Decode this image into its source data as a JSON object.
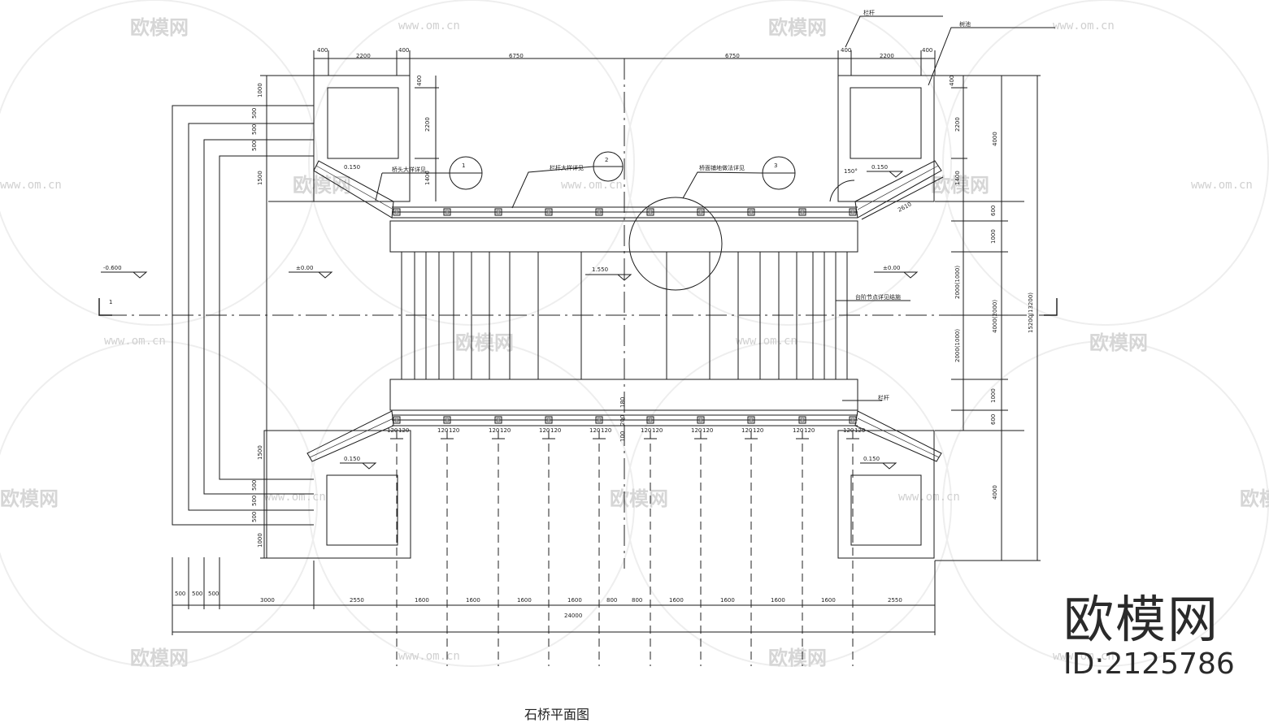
{
  "drawing": {
    "caption": "石桥平面图",
    "watermark_logo": "欧模网",
    "watermark_url": "www.om.cn",
    "watermark_id": "ID:2125786"
  },
  "top_dims": [
    "400",
    "2200",
    "400",
    "6750",
    "6750",
    "400",
    "2200",
    "400"
  ],
  "bottom_dims": [
    "500",
    "500",
    "500",
    "3000",
    "2550",
    "1600",
    "1600",
    "1600",
    "1600",
    "800",
    "800",
    "1600",
    "1600",
    "1600",
    "1600",
    "2550"
  ],
  "bottom_total": "24000",
  "left_dims": [
    "1000",
    "500",
    "500",
    "500",
    "1500",
    "1500",
    "500",
    "500",
    "500",
    "1000"
  ],
  "left_inner_dims": [
    "400",
    "2200",
    "1400"
  ],
  "right_dims": [
    "400",
    "2200",
    "1400",
    "600",
    "1000",
    "2000(1000)",
    "2000(1000)",
    "1000",
    "600"
  ],
  "right_sub_dims": [
    "4000",
    "4000(2000)",
    "4000"
  ],
  "right_total": "15200(13200)",
  "labels": {
    "top_leader_1": "栏杆",
    "top_leader_2": "树池",
    "note_1": "桥头大样详见",
    "note_2": "栏杆大样详见",
    "note_3": "桥面铺地做法详见",
    "note_4": "台阶节点详见结施",
    "note_5": "栏杆",
    "elev_left_outer": "-0.600",
    "elev_left": "±0.00",
    "elev_center": "1.550",
    "elev_right": "±0.00",
    "elev_tl": "0.150",
    "elev_tr": "0.150",
    "elev_bl": "0.150",
    "elev_br": "0.150",
    "angle": "150°",
    "slope_dim": "2610",
    "section_mark": "1",
    "post_dim": "120",
    "post_dim_v1": "180",
    "post_dim_v2": "200",
    "post_dim_v3": "100"
  },
  "callouts": [
    "1",
    "2",
    "3"
  ]
}
